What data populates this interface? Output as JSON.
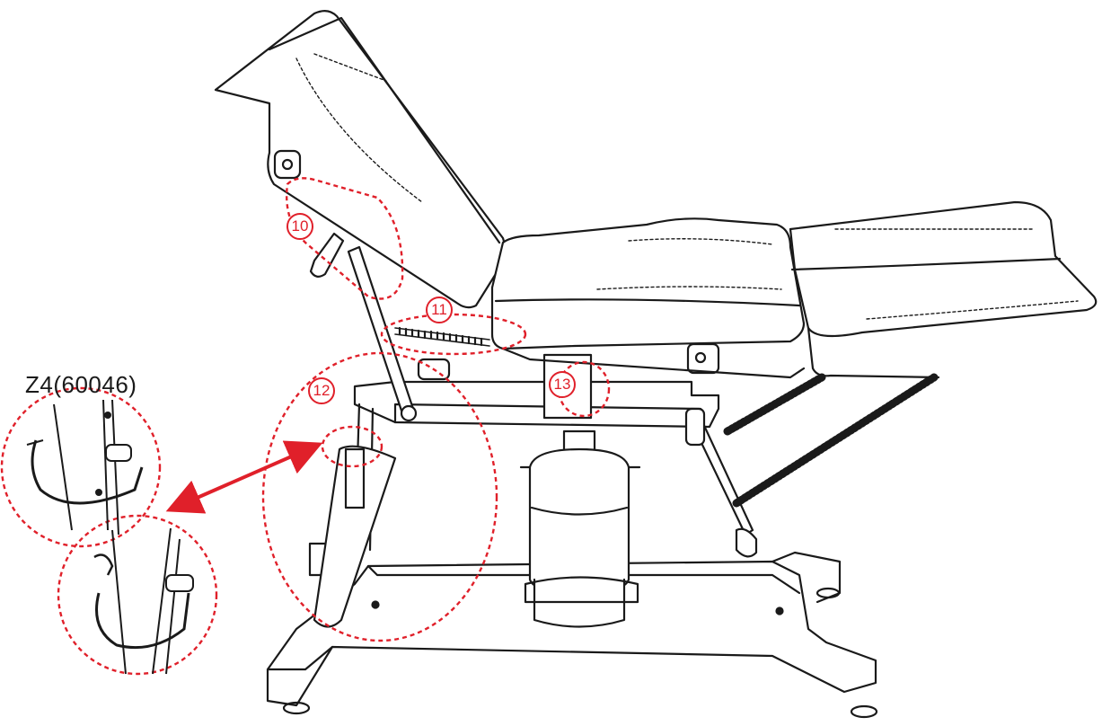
{
  "part_label": "Z4(60046)",
  "callouts": [
    {
      "id": "callout-10",
      "number": "10"
    },
    {
      "id": "callout-11",
      "number": "11"
    },
    {
      "id": "callout-12",
      "number": "12"
    },
    {
      "id": "callout-13",
      "number": "13"
    }
  ],
  "colors": {
    "line": "#1a1a1a",
    "callout": "#e0202a",
    "background": "#ffffff"
  }
}
